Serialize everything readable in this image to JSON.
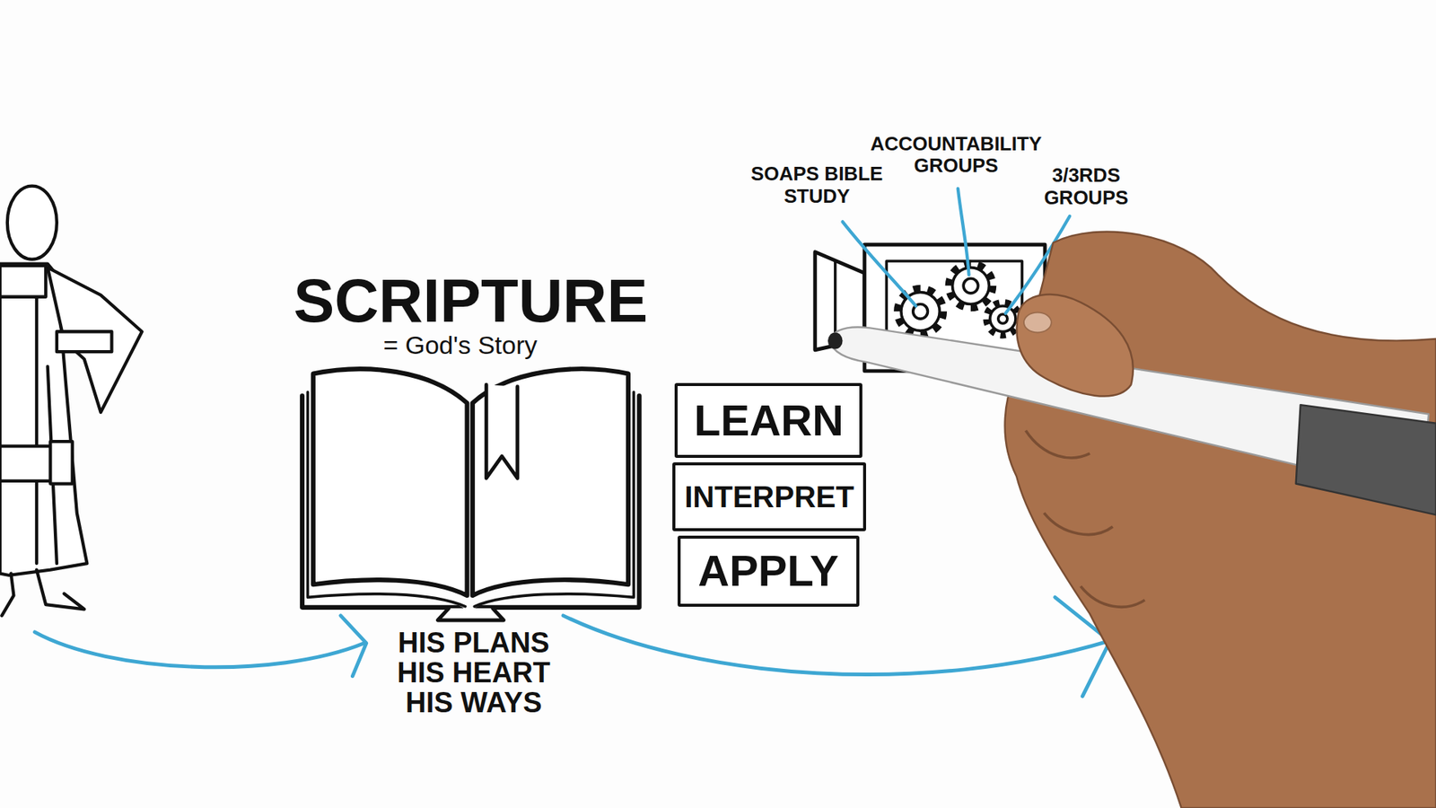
{
  "diagram": {
    "nodes": [
      {
        "text": [
          "SCRIPTURE",
          "= God's Story",
          "HIS PLANS HIS HEART HIS WAYS"
        ]
      },
      {
        "text": [
          "LEARN"
        ]
      },
      {
        "text": [
          "INTERPRET"
        ]
      },
      {
        "text": [
          "APPLY"
        ]
      }
    ],
    "labels": [
      "SOAPS BIBLE STUDY",
      "ACCOUNTABILITY GROUPS",
      "3/3RDS GROUPS"
    ]
  }
}
